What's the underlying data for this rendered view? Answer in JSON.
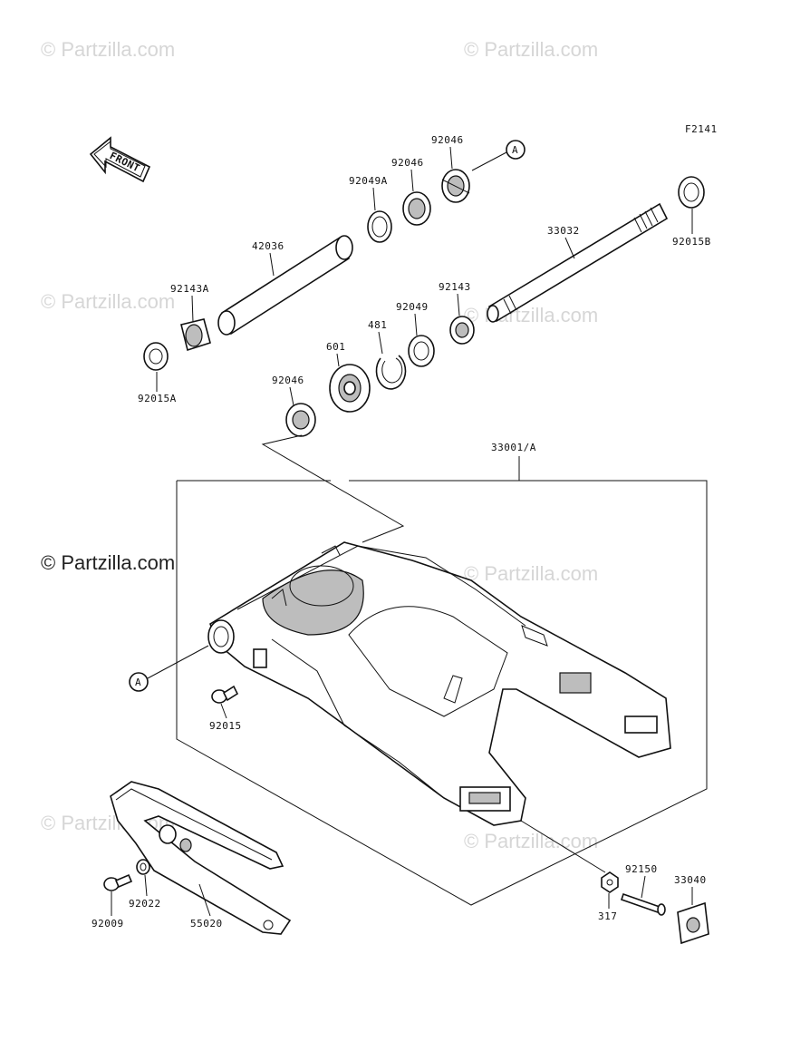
{
  "diagram_code": "F2141",
  "front_arrow_label": "FRONT",
  "watermark": "© Partzilla.com",
  "ref_marker": "A",
  "parts": {
    "p92046_top": "92046",
    "p92046_mid": "92046",
    "p92049A": "92049A",
    "p92015B": "92015B",
    "p33032": "33032",
    "p42036": "42036",
    "p92143A": "92143A",
    "p92143": "92143",
    "p92049": "92049",
    "p481": "481",
    "p601": "601",
    "p92046_low": "92046",
    "p92015A": "92015A",
    "p33001A": "33001/A",
    "p92015": "92015",
    "p92150": "92150",
    "p33040": "33040",
    "p317": "317",
    "p92009": "92009",
    "p92022": "92022",
    "p55020": "55020"
  }
}
